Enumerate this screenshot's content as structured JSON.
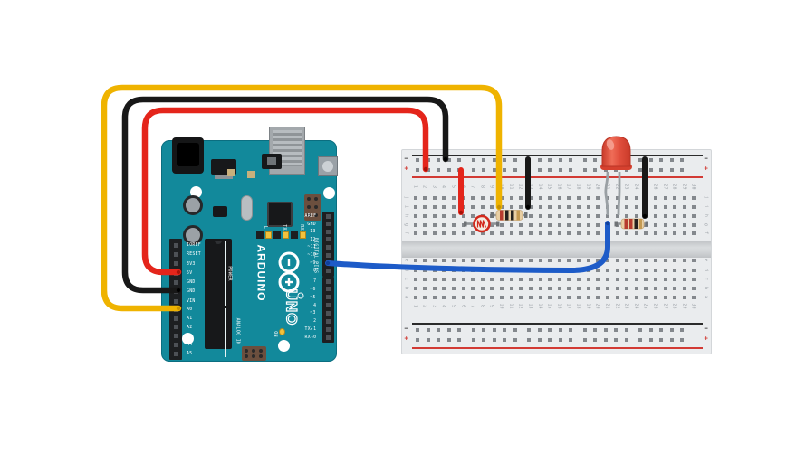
{
  "arduino": {
    "brand": "ARDUINO",
    "model": "UNO",
    "labels": {
      "power": "POWER",
      "analog": "ANALOG IN",
      "digital": "DIGITAL PINS",
      "on": "ON",
      "led_l": "L",
      "led_tx": "TX",
      "led_rx": "RX",
      "logo_minus": "−",
      "logo_plus": "+"
    },
    "power_pins": [
      "IOREF",
      "RESET",
      "3V3",
      "5V",
      "GND",
      "GND",
      "VIN"
    ],
    "analog_pins": [
      "A0",
      "A1",
      "A2",
      "A3",
      "A4",
      "A5"
    ],
    "digital_pins_upper": [
      "AREF",
      "GND",
      "13",
      "12",
      "~11",
      "~10",
      "~9",
      "8"
    ],
    "digital_pins_lower": [
      "7",
      "~6",
      "~5",
      "4",
      "~3",
      "2",
      "TX▸1",
      "RX◂0"
    ]
  },
  "breadboard": {
    "columns": 30,
    "upper_rows": [
      "j",
      "i",
      "h",
      "g",
      "f"
    ],
    "lower_rows": [
      "e",
      "d",
      "c",
      "b",
      "a"
    ],
    "negative_label": "−",
    "positive_label": "+"
  },
  "wires": [
    {
      "name": "5v-wire",
      "color": "red",
      "hex": "#e4251b",
      "from": "Arduino 5V pin",
      "to": "breadboard top + rail"
    },
    {
      "name": "ground-wire",
      "color": "black",
      "hex": "#181818",
      "from": "Arduino GND pin",
      "to": "breadboard top − rail"
    },
    {
      "name": "analog-wire",
      "color": "yellow",
      "hex": "#efb300",
      "from": "Arduino A0 pin",
      "to": "breadboard divider junction (≈column 9, top half)"
    },
    {
      "name": "pwm-wire",
      "color": "blue",
      "hex": "#1d5bc8",
      "from": "Arduino pin ~9",
      "to": "LED leg column (≈column 21, top half)"
    },
    {
      "name": "power-rail-jumper",
      "color": "red",
      "hex": "#e4251b",
      "from": "top + rail",
      "to": "photoresistor column (≈column 6)"
    },
    {
      "name": "divider-ground-jumper",
      "color": "black",
      "hex": "#181818",
      "from": "top − rail",
      "to": "divider resistor column (≈column 12)"
    },
    {
      "name": "led-ground-jumper",
      "color": "black",
      "hex": "#181818",
      "from": "top − rail",
      "to": "LED resistor column (≈column 25)"
    }
  ],
  "components": [
    {
      "name": "led",
      "type": "LED",
      "color": "red",
      "hex": "#e2503e",
      "position": "rows h, columns ≈21–22, dome over top rails"
    },
    {
      "name": "photoresistor",
      "type": "LDR",
      "ring_hex": "#d3281c",
      "position": "row g, columns ≈6–9"
    },
    {
      "name": "divider-resistor",
      "type": "resistor",
      "position": "row h, columns ≈9–12",
      "bands": [
        "red",
        "black",
        "black",
        "gold"
      ]
    },
    {
      "name": "led-resistor",
      "type": "resistor",
      "position": "row g, columns ≈22–25",
      "bands": [
        "red",
        "red",
        "black",
        "gold"
      ]
    }
  ],
  "colors": {
    "board_teal": "#12899b",
    "breadboard_body": "#eaecee",
    "hole_gray": "#84888d",
    "rail_red_line": "#d23a34",
    "rail_black_line": "#2b2b2b"
  }
}
